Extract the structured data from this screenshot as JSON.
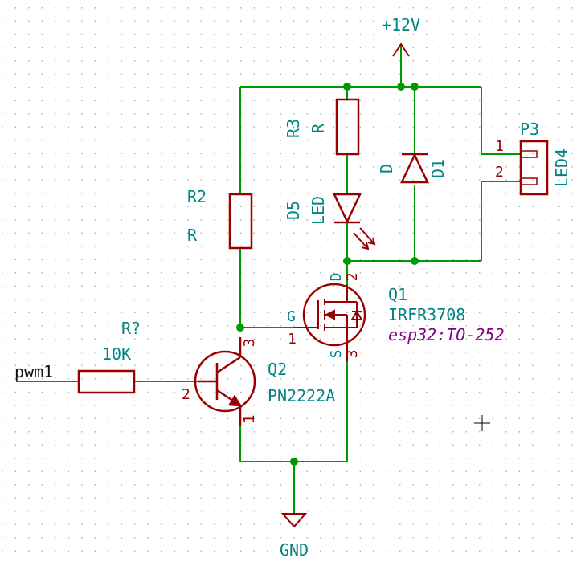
{
  "schematic": {
    "power": {
      "label": "+12V"
    },
    "ground": {
      "label": "GND"
    },
    "input": {
      "net_label": "pwm1"
    },
    "components": {
      "r_input": {
        "ref": "R?",
        "value": "10K"
      },
      "r2": {
        "ref": "R2",
        "value": "R"
      },
      "r3": {
        "ref": "R3",
        "value": "R"
      },
      "d5": {
        "ref": "D5",
        "value": "LED"
      },
      "d1": {
        "ref": "D1",
        "value": "D"
      },
      "q1": {
        "ref": "Q1",
        "value": "IRFR3708",
        "footprint": "esp32:TO-252",
        "pin_labels": {
          "gate": "G",
          "drain": "D",
          "source": "S"
        },
        "pin_numbers": {
          "gate": "1",
          "drain": "2",
          "source": "3"
        }
      },
      "q2": {
        "ref": "Q2",
        "value": "PN2222A",
        "pin_numbers": {
          "base": "2",
          "collector": "3",
          "emitter": "1"
        }
      },
      "p3": {
        "ref": "P3",
        "value": "LED4",
        "pin_numbers": [
          "1",
          "2"
        ]
      }
    },
    "colors": {
      "wire": "#009900",
      "component": "#990000",
      "label": "#008484",
      "footprint": "#840084",
      "grid": "#999999"
    }
  }
}
